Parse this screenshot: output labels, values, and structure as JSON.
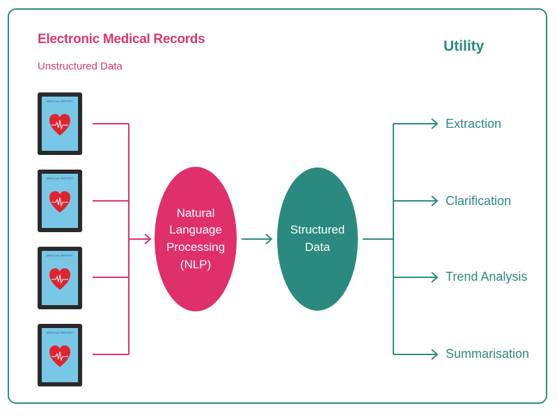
{
  "header": {
    "title": "Electronic Medical Records",
    "subtitle": "Unstructured Data"
  },
  "devices": [
    {
      "label": "MEDICAL REPORT",
      "icon": "heart-icon"
    },
    {
      "label": "MEDICAL REPORT",
      "icon": "heart-icon"
    },
    {
      "label": "MEDICAL REPORT",
      "icon": "heart-icon"
    },
    {
      "label": "MEDICAL REPORT",
      "icon": "heart-icon"
    }
  ],
  "nlp": {
    "line1": "Natural",
    "line2": "Language",
    "line3": "Processing",
    "line4": "(NLP)"
  },
  "structured": {
    "line1": "Structured",
    "line2": "Data"
  },
  "utility": {
    "heading": "Utility",
    "items": [
      "Extraction",
      "Clarification",
      "Trend Analysis",
      "Summarisation"
    ]
  },
  "colors": {
    "pink": "#e0306b",
    "teal": "#2b8a80",
    "screen": "#79c7e6",
    "heart": "#e0242f"
  }
}
